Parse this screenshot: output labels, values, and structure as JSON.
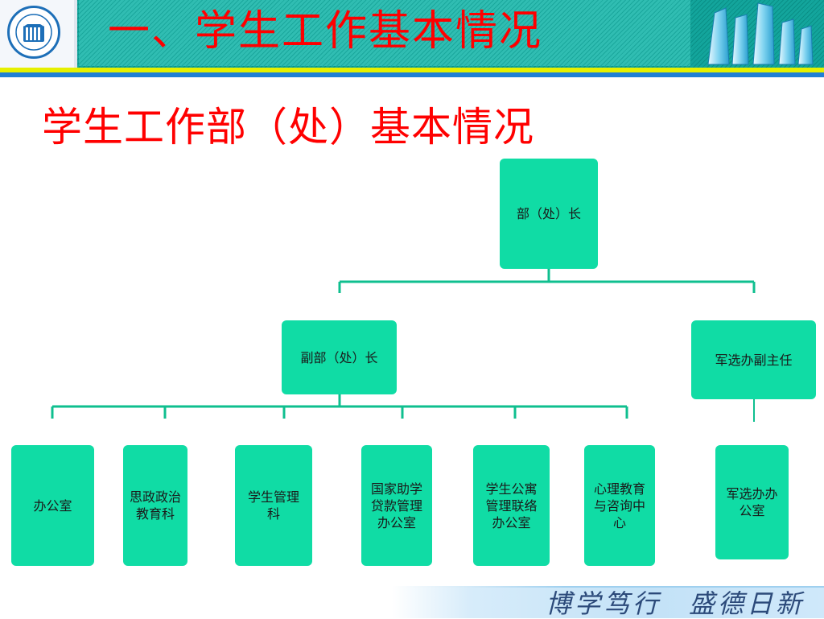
{
  "header": {
    "title": "一、学生工作基本情况",
    "logo_icon": "university-seal-icon",
    "decoration_icon": "city-buildings-icon"
  },
  "subtitle": "学生工作部（处）基本情况",
  "org_chart": {
    "root": "部（处）长",
    "level2": {
      "deputy": "副部（处）长",
      "military": "军选办副主任"
    },
    "deputy_units": [
      "办公室",
      "思政政治教育科",
      "学生管理科",
      "国家助学贷款管理办公室",
      "学生公寓管理联络办公室",
      "心理教育与咨询中心"
    ],
    "military_unit": "军选办办公室"
  },
  "footer": {
    "motto_left": "博学笃行",
    "motto_right": "盛德日新"
  },
  "colors": {
    "node_fill": "#10dca5",
    "connector": "#0fbf8f",
    "title_red": "#ff0000",
    "header_teal": "#13a59c"
  }
}
